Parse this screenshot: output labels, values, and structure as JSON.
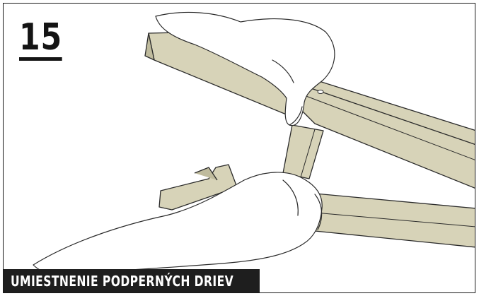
{
  "step": {
    "number": "15"
  },
  "caption": {
    "text": "UMIESTNENIE PODPERNÝCH DRIEV"
  },
  "colors": {
    "wood": "#d7d3b8",
    "wood_dark": "#bfbb9d",
    "line": "#2a2a2a",
    "caption_bg": "#1e1e1e"
  },
  "illustration": {
    "subject": "hands placing support battens"
  }
}
